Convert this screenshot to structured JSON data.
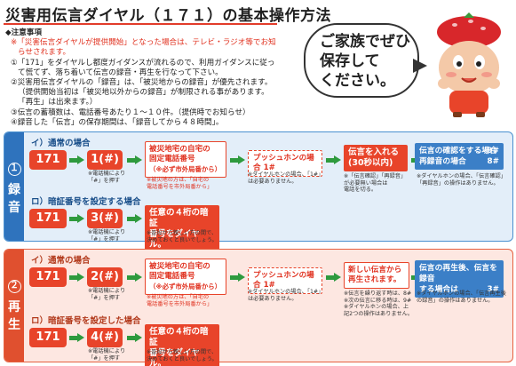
{
  "title": "災害用伝言ダイヤル（１７１）の基本操作方法",
  "notes": {
    "heading": "◆注意事項",
    "l1a": "※「災害伝言ダイヤルが提供開始」となった場合は、テレビ・ラジオ等でお知",
    "l1b": "らせされます。",
    "l2": "①「171」をダイヤルし都度ガイダンスが流れるので、利用ガイダンスに従っ",
    "l3": "て慌てず、落ち着いて伝言の録音・再生を行なって下さい。",
    "l4": "②災害用伝言ダイヤルの「録音」は、「被災地からの録音」が優先されます。",
    "l5": "（提供開始当初は「被災地以外からの録音」が制限される事があります。",
    "l6": "「再生」は出来ます。）",
    "l7": "③伝言の蓄積数は、電話番号あたり１～１０件。（提供時でお知らせ）",
    "l8": "④録音した「伝言」の保存期間は、「録音してから４８時間」。"
  },
  "bubble": {
    "l1": "ご家族でぜひ",
    "l2": "保存して",
    "l3": "ください。"
  },
  "record": {
    "side_num": "１",
    "side_ch1": "録",
    "side_ch2": "音",
    "normal_label": "イ）通常の場合",
    "btn171": "171",
    "btn_dial": "1(#)",
    "dial_note1": "※電話機により",
    "dial_note2": "「#」を押す",
    "box_phone1": "被災地宅の自宅の",
    "box_phone2": "固定電話番号",
    "box_phone3": "（※必ず市外局番から）",
    "phone_note1": "※被災地の方は、「自宅の",
    "phone_note2": "電話番号を市外局番から」",
    "push_box": "プッシュホンの場合 1#",
    "push_note": "※ダイヤルホンの場合、「1#」は必要ありません。",
    "msg_box1": "伝言を入れる",
    "msg_box2": "(30秒以内)",
    "msg_note1": "※「伝言確認」「再録音」",
    "msg_note2": "が必要無い場合は",
    "msg_note3": "電話を切る。",
    "blue1a": "伝言の確認をする場合",
    "blue1a_key": "9#",
    "blue1b": "再録音の場合",
    "blue1b_key": "8#",
    "blue_note": "※ダイヤルホンの場合、「伝言確認」「再録音」の操作はありません。",
    "pin_label": "ロ）暗証番号を設定する場合",
    "btn_pin_dial": "3(#)",
    "pin_box1": "任意の４桁の暗証",
    "pin_box2": "番号をダイヤル。",
    "pin_note1": "※普段から親しい方の間で、",
    "pin_note2": "決めておくと良いでしょう。"
  },
  "play": {
    "side_num": "２",
    "side_ch1": "再",
    "side_ch2": "生",
    "normal_label": "イ）通常の場合",
    "btn171": "171",
    "btn_dial": "2(#)",
    "dial_note1": "※電話機により",
    "dial_note2": "「#」を押す",
    "box_phone1": "被災地宅の自宅の",
    "box_phone2": "固定電話番号",
    "box_phone3": "（※必ず市外局番から）",
    "phone_note1": "※被災地の方は、「自宅の",
    "phone_note2": "電話番号を市外局番から」",
    "push_box": "プッシュホンの場合 1#",
    "push_note": "※ダイヤルホンの場合、「1#」は必要ありません。",
    "msg_box1": "新しい伝言から",
    "msg_box2": "再生されます。",
    "msg_note1": "※伝言を繰り返す時は、8#",
    "msg_note2": "※次の伝言に移る時は、9#",
    "msg_note3": "※ダイヤルホンの場合、上記2つの操作はありません。",
    "blue1a": "伝言の再生後、伝言を録音",
    "blue1b": "する場合は",
    "blue1b_key": "3#",
    "blue_note": "※ダイヤルホンの場合、「伝言再生後の録音」の操作はありません。",
    "pin_label": "ロ）暗証番号を設定した場合",
    "btn_pin_dial": "4(#)",
    "pin_box1": "任意の４桁の暗証",
    "pin_box2": "番号をダイヤル。",
    "pin_note1": "※普段から親しい方の間で、",
    "pin_note2": "決めておくと良いでしょう。"
  }
}
